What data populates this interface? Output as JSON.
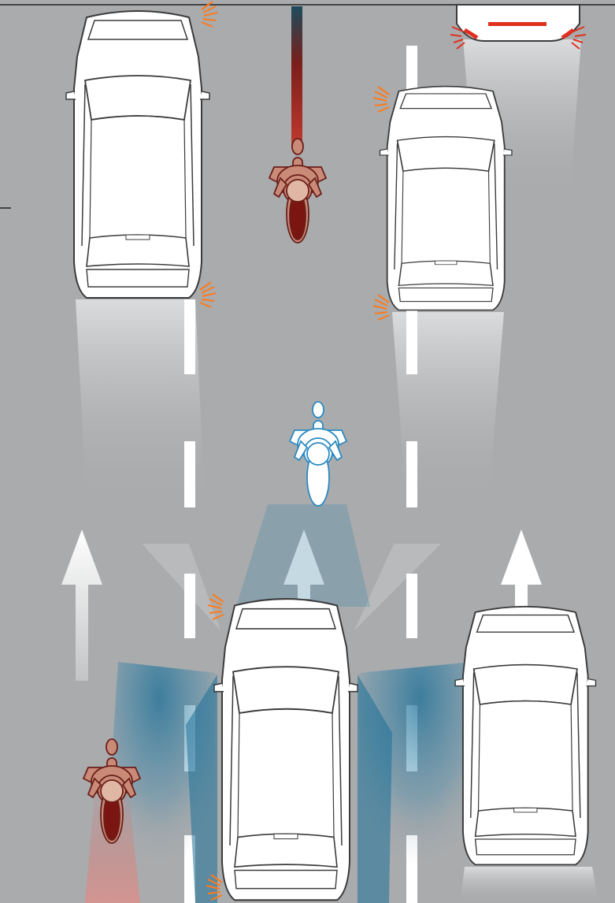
{
  "scene": {
    "title": "",
    "description_lines": [],
    "colors": {
      "road": "#a9abad",
      "lane_marking": "#ffffff",
      "car_body": "#ffffff",
      "car_outline": "#3b3b3b",
      "warning_motorcycle": "#8a2b24",
      "ego_motorcycle": "#2b8ac1",
      "blind_spot": "#1b6f97",
      "turn_signal": "#ff7a1a",
      "brake_light": "#e0301f"
    },
    "lanes": 3,
    "direction": "forward",
    "elements": [
      "car-top-left",
      "car-top-right-partial",
      "car-middle-right",
      "motorcycle-red-top",
      "motorcycle-blue-center",
      "car-bottom-center",
      "car-bottom-right",
      "motorcycle-red-bottom-left"
    ]
  }
}
